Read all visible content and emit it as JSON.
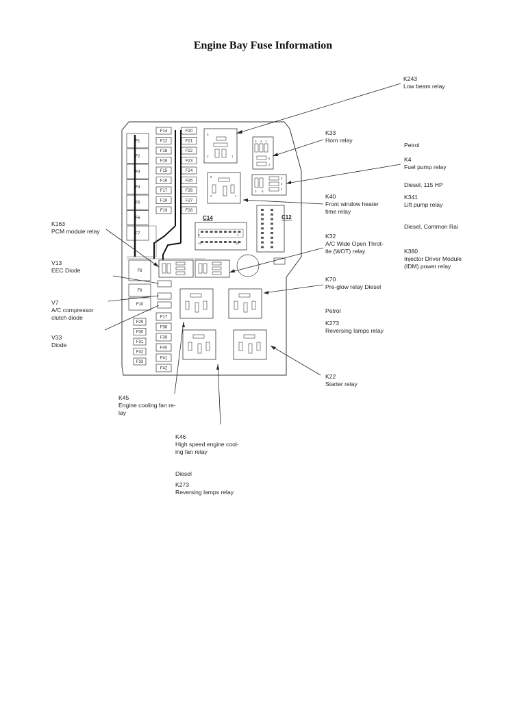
{
  "title": "Engine Bay Fuse Information",
  "fuses_left_large": [
    "F1",
    "F2",
    "F3",
    "F4",
    "F5",
    "F6",
    "F7"
  ],
  "fuses_col_mid": [
    "F14",
    "F12",
    "F18",
    "F16",
    "F15",
    "F16",
    "F17",
    "F18",
    "F19"
  ],
  "fuses_col_right": [
    "F20",
    "F21",
    "F22",
    "F23",
    "F24",
    "F25",
    "F26",
    "F27",
    "F28"
  ],
  "fuses_lower_large": [
    "F8",
    "F9",
    "F10"
  ],
  "fuses_lower_small": [
    "F29",
    "F30",
    "F31",
    "F32",
    "F33"
  ],
  "fuses_lower_mid": [
    "F17",
    "F38",
    "F39",
    "F40",
    "F41",
    "F42"
  ],
  "connectors": {
    "c14": "C14",
    "c12": "C12"
  },
  "labels": {
    "k243": [
      "K243",
      "Low beam relay"
    ],
    "k33": [
      "K33",
      "Horn relay"
    ],
    "petrol1": [
      "Petrol"
    ],
    "k4": [
      "K4",
      "Fuel pump relay"
    ],
    "diesel115": [
      "Diesel, 115 HP"
    ],
    "k40": [
      "K40",
      "Front window heater",
      "time relay"
    ],
    "k341": [
      "K341",
      "Lift pump relay"
    ],
    "k163": [
      "K163",
      "PCM module relay"
    ],
    "dieselcr": [
      "Diesel, Common Rai"
    ],
    "k32": [
      "K32",
      "A/C Wide Open Throt-",
      "tle (WOT) relay"
    ],
    "k380": [
      "K380",
      "Injector Driver Module",
      "(IDM) power relay"
    ],
    "v13": [
      "V13",
      "EEC Diode"
    ],
    "k70": [
      "K70",
      "Pre-glow relay Diesel"
    ],
    "v7": [
      "V7",
      "A/C compressor",
      "clutch diode"
    ],
    "petrol2": [
      "Petrol"
    ],
    "k273a": [
      "K273",
      "Reversing lamps relay"
    ],
    "v33": [
      "V33",
      "Diode"
    ],
    "k22": [
      "K22",
      "Starter relay"
    ],
    "k45": [
      "K45",
      "Engine cooling fan re-",
      "lay"
    ],
    "k46": [
      "K46",
      "High speed engine cool-",
      "ing fan relay"
    ],
    "diesel": [
      "Diesel"
    ],
    "k273b": [
      "K273",
      "Reversing lamps relay"
    ]
  }
}
